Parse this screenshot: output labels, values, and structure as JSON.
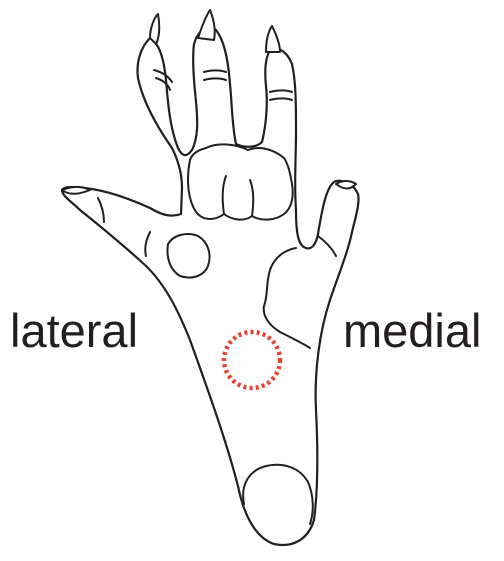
{
  "labels": {
    "lateral": "lateral",
    "medial": "medial"
  },
  "colors": {
    "outline": "#231f20",
    "marker": "#e8412c",
    "background": "#ffffff"
  },
  "marker": {
    "style": "dotted-circle"
  }
}
